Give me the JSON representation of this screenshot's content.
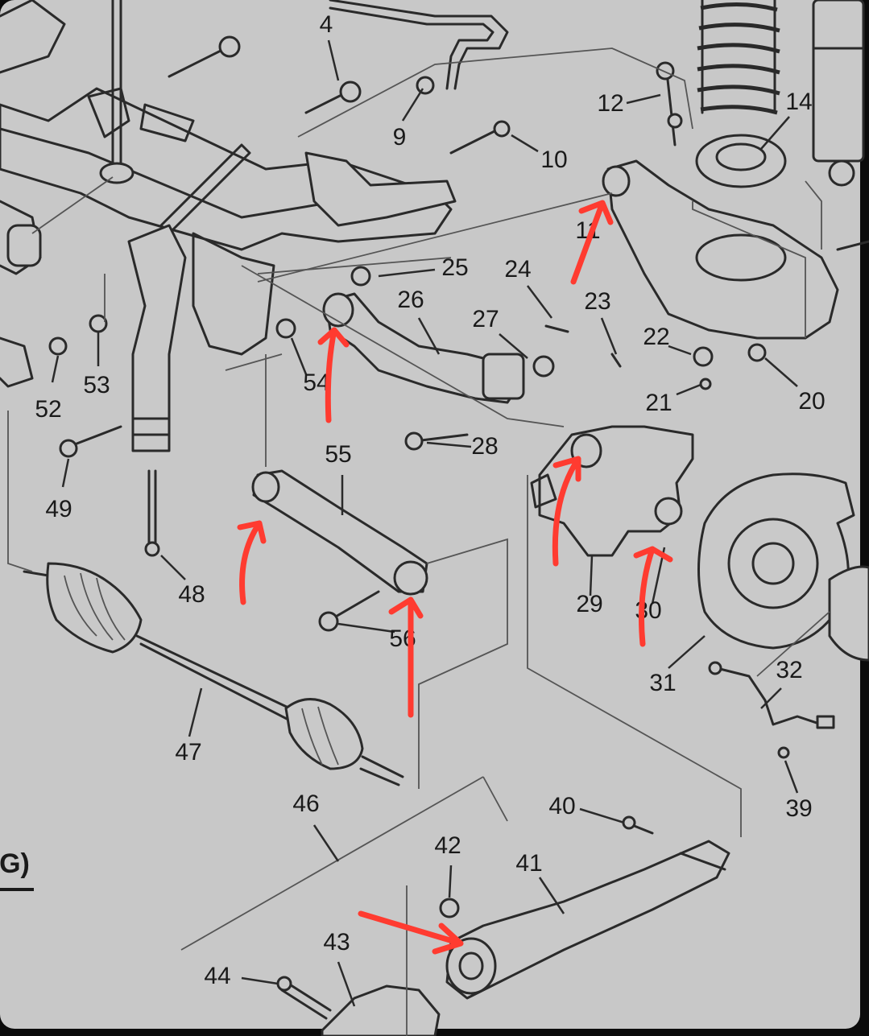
{
  "labels": {
    "l4": "4",
    "l9": "9",
    "l10": "10",
    "l11": "11",
    "l12": "12",
    "l14": "14",
    "l20": "20",
    "l21": "21",
    "l22": "22",
    "l23": "23",
    "l24": "24",
    "l25": "25",
    "l26": "26",
    "l27": "27",
    "l28": "28",
    "l29": "29",
    "l30": "30",
    "l31": "31",
    "l32": "32",
    "l39": "39",
    "l40": "40",
    "l41": "41",
    "l42": "42",
    "l43": "43",
    "l44": "44",
    "l46": "46",
    "l47": "47",
    "l48": "48",
    "l49": "49",
    "l52": "52",
    "l53": "53",
    "l54": "54",
    "l55": "55",
    "l56": "56"
  },
  "section_letter": "G)",
  "colors": {
    "paper": "#c8c8c8",
    "ink": "#1a1a1a",
    "annotation_arrow": "#ff3b30",
    "screen_border": "#0b0b0b"
  }
}
